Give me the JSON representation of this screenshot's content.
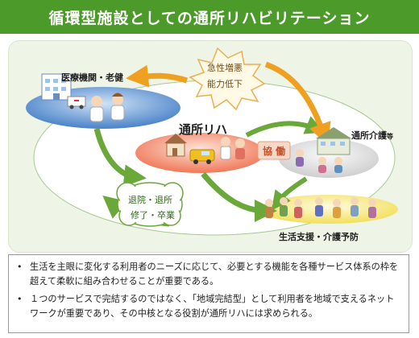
{
  "title": "循環型施設としての通所リハビリテーション",
  "nodes": {
    "hospital": "医療機関・老健",
    "tsusho_reha": "通所リハ",
    "tsusho_kaigo": "通所介護",
    "tsusho_kaigo_suffix": "等",
    "seikatsu": "生活支援・介護予防"
  },
  "callouts": {
    "acute_line1": "急性増悪",
    "acute_line2": "能力低下",
    "discharge_line1": "退院・退所",
    "discharge_line2": "修了・卒業",
    "kyodo": "協 働"
  },
  "notes": [
    "生活を主眼に変化する利用者のニーズに応じて、必要とする機能を各種サービス体系の枠を超えて柔軟に組み合わせることが重要である。",
    "１つのサービスで完結するのではなく、「地域完結型」として利用者を地域で支えるネットワークが重要であり、その中核となる役割が通所リハには求められる。"
  ],
  "colors": {
    "title_bg": "#4c9a2a",
    "arrow_orange": "#f0a020",
    "arrow_green": "#6aa83a",
    "hospital_ellipse": "#4a82c8",
    "tsusho_ellipse": "#f07858",
    "kaigo_ellipse": "#d8d8d8",
    "seikatsu_ellipse": "#f5e56a"
  }
}
